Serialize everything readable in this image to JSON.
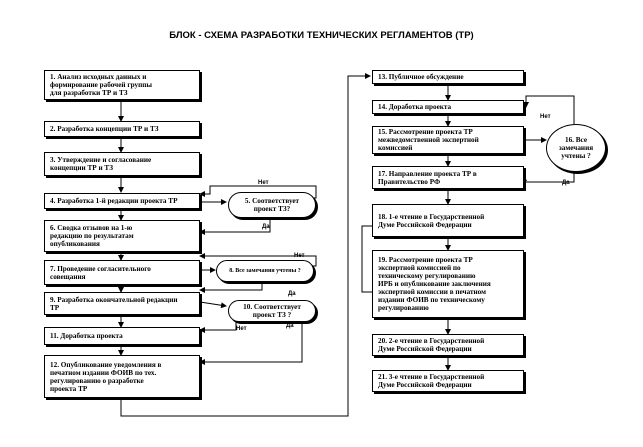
{
  "title": "БЛОК - СХЕМА РАЗРАБОТКИ ТЕХНИЧЕСКИХ РЕГЛАМЕНТОВ (ТР)",
  "steps": {
    "s1": "1. Анализ исходных данных и\nформирование рабочей группы\nдля разработки ТР и ТЗ",
    "s2": "2. Разработка концепции ТР и ТЗ",
    "s3": "3. Утверждение и согласование\nконцепции ТР и ТЗ",
    "s4": "4. Разработка 1-й редакции проекта ТР",
    "s5": "5. Соответствует\nпроект ТЗ?",
    "s6": "6. Сводка отзывов на 1-ю\nредакцию по результатам\nопубликования",
    "s7": "7. Проведение согласительного\nсовещания",
    "s8": "8. Все замечания учтены ?",
    "s9": "9. Разработка окончательной редакции\nТР",
    "s10": "10. Соответствует\nпроект ТЗ ?",
    "s11": "11. Доработка проекта",
    "s12": "12. Опубликование уведомления в\nпечатном издании ФОИВ по тех.\nрегулированию о разработке\nпроекта ТР",
    "s13": "13. Публичное обсуждение",
    "s14": "14. Доработка проекта",
    "s15": "15. Рассмотрение проекта ТР\nмежведомственной экспертной\nкомиссией",
    "s16": "16. Все\nзамечания\nучтены ?",
    "s17": "17. Направление проекта ТР в\nПравительство РФ",
    "s18": "18. 1-е чтение в Государственной\nДуме Российской Федерации",
    "s19": "19. Рассмотрение проекта ТР\nэкспертной комиссией по\nтехническому регулированию\nИРБ и опубликование заключения\nэкспертной комиссии в печатном\nиздании ФОИВ по техническому\nрегулированию",
    "s20": "20. 2-е чтение в Государственной\nДуме Российской Федерации",
    "s21": "21. 3-е чтение в Государственной\nДуме Российской Федерации"
  },
  "labels": {
    "yes": "Да",
    "no": "Нет"
  }
}
